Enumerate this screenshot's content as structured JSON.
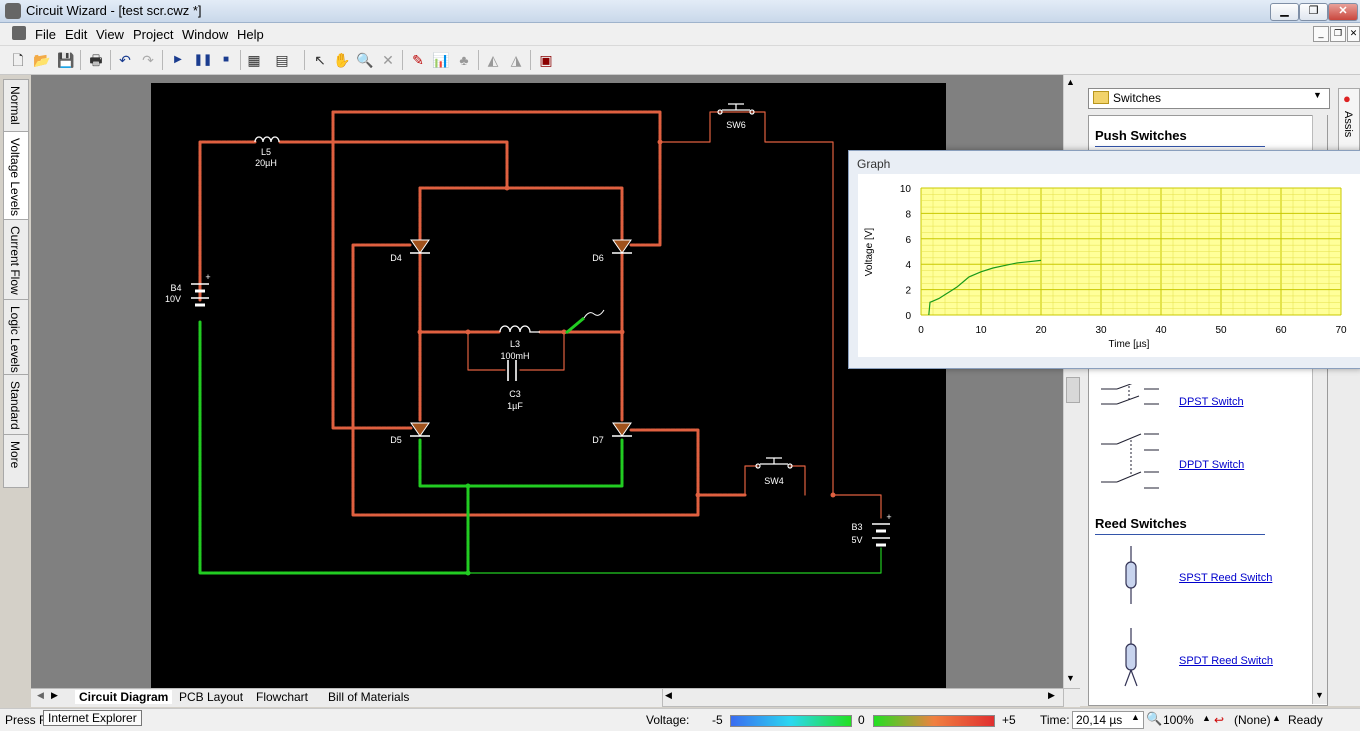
{
  "window": {
    "title": "Circuit Wizard - [test scr.cwz *]"
  },
  "menu": [
    "File",
    "Edit",
    "View",
    "Project",
    "Window",
    "Help"
  ],
  "left_tabs": [
    "Normal",
    "Voltage Levels",
    "Current Flow",
    "Logic Levels",
    "Standard",
    "More"
  ],
  "bottom_tabs": [
    "Circuit Diagram",
    "PCB Layout",
    "Flowchart",
    "Bill of Materials"
  ],
  "circuit": {
    "labels": {
      "L5": "L5",
      "L5_val": "20µH",
      "SW6": "SW6",
      "SW4": "SW4",
      "B4": "B4",
      "B4_val": "10V",
      "B3": "B3",
      "B3_val": "5V",
      "D4": "D4",
      "D5": "D5",
      "D6": "D6",
      "D7": "D7",
      "L3": "L3",
      "L3_val": "100mH",
      "C3": "C3",
      "C3_val": "1µF",
      "plus": "+"
    }
  },
  "graph": {
    "title": "Graph",
    "chart_data": {
      "type": "line",
      "xlabel": "Time [µs]",
      "ylabel": "Voltage [V]",
      "xlim": [
        0,
        70
      ],
      "ylim": [
        0,
        10
      ],
      "x_ticks": [
        "0",
        "10",
        "20",
        "30",
        "40",
        "50",
        "60",
        "70"
      ],
      "y_ticks": [
        "0",
        "2",
        "4",
        "6",
        "8",
        "10"
      ],
      "grid": true,
      "series": [
        {
          "color": "#1a9a1a",
          "x": [
            1.3,
            1.5,
            2.0,
            3.0,
            4.0,
            5.0,
            6.0,
            7.0,
            8.0,
            10.0,
            12.0,
            14.0,
            16.0,
            18.0,
            20.0
          ],
          "y": [
            0.0,
            1.0,
            1.1,
            1.3,
            1.6,
            1.9,
            2.2,
            2.6,
            3.0,
            3.4,
            3.7,
            3.9,
            4.1,
            4.2,
            4.3
          ]
        }
      ]
    }
  },
  "right_panel": {
    "category": "Switches",
    "section1": "Push Switches",
    "items": [
      "DPST Switch",
      "DPDT Switch"
    ],
    "section2": "Reed Switches",
    "reed_items": [
      "SPST Reed Switch",
      "SPDT Reed Switch"
    ],
    "assist_tab": "Assis"
  },
  "status": {
    "help": "Press F",
    "tooltip": "Internet Explorer",
    "voltage_label": "Voltage:",
    "v_min": "-5",
    "v_mid": "0",
    "v_max": "+5",
    "time_label": "Time:",
    "time_value": "20,14 µs",
    "zoom": "100%",
    "probe": "(None)",
    "state": "Ready"
  }
}
